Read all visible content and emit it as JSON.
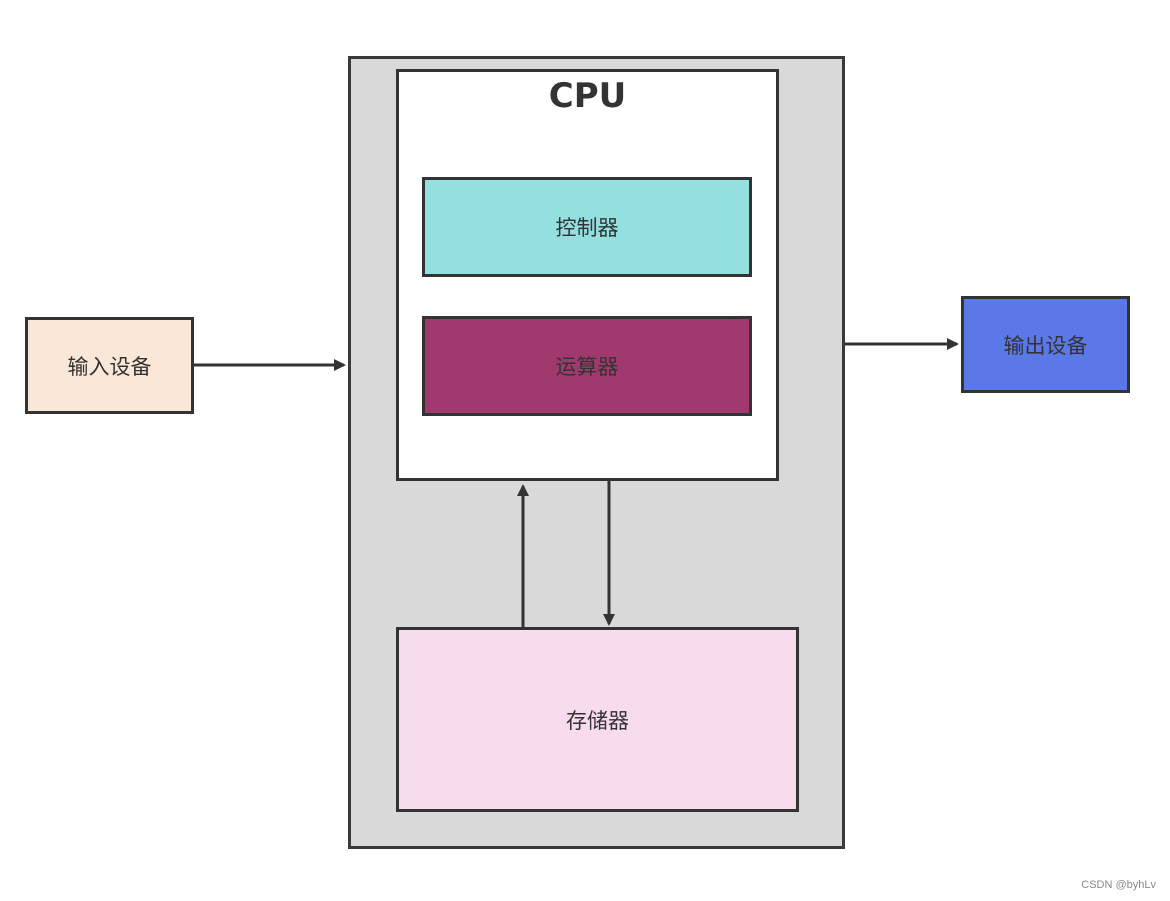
{
  "diagram": {
    "cpu": {
      "title": "CPU",
      "fill": "#ffffff"
    },
    "controller": {
      "label": "控制器",
      "fill": "#94dfe0"
    },
    "alu": {
      "label": "运算器",
      "fill": "#a03a6e"
    },
    "memory": {
      "label": "存储器",
      "fill": "#f8dced"
    },
    "input_device": {
      "label": "输入设备",
      "fill": "#fbe7d7"
    },
    "output_device": {
      "label": "输出设备",
      "fill": "#5a78e8"
    },
    "system_fill": "#d9d9d9",
    "stroke": "#333333"
  },
  "watermark": "CSDN @byhLv"
}
